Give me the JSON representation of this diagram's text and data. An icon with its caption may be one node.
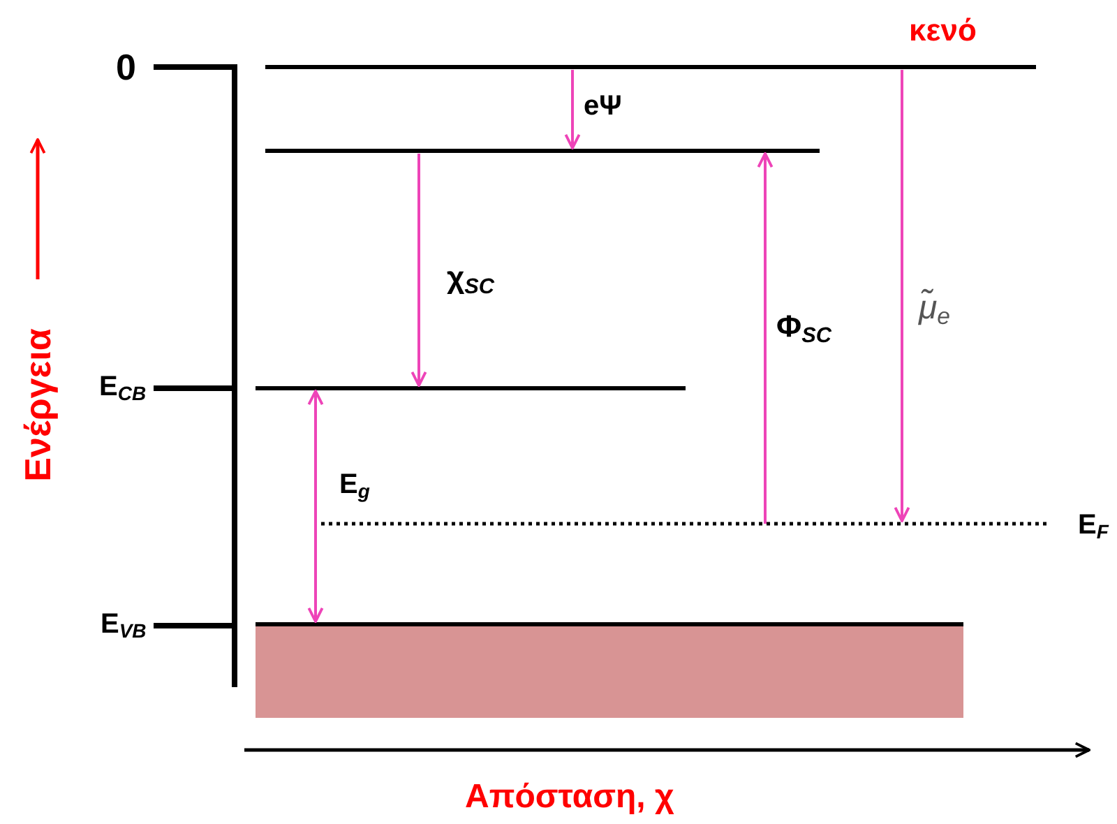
{
  "diagram": {
    "nodes": [
      {
        "text": [],
        "shape": "bar"
      }
    ],
    "labels": [
      "κενό",
      "0",
      "eΨ",
      "χ$_{SC}$",
      "Φ$_{SC}$",
      "μ̃$_{e}$",
      "E$_{CB}$",
      "E$_{g}$",
      "E$_{F}$",
      "E$_{VB}$",
      "Ενέργεια",
      "Απόσταση, χ"
    ]
  }
}
